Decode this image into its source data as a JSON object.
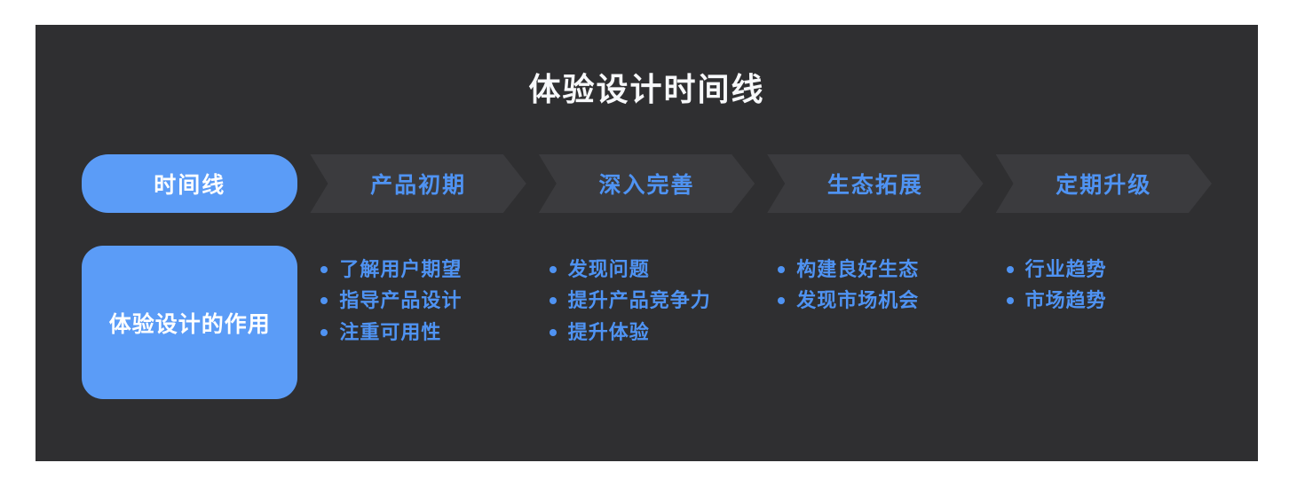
{
  "title": "体验设计时间线",
  "colors": {
    "page_bg": "#ffffff",
    "card_bg": "#2f2f31",
    "shape_bg": "#3b3b3e",
    "accent": "#5b9cf7",
    "accent_text": "#4f93f3",
    "light_text": "#f7f8fa"
  },
  "timeline": {
    "label": "时间线"
  },
  "role": {
    "label": "体验设计的作用"
  },
  "stages": [
    {
      "label": "产品初期",
      "points": [
        "了解用户期望",
        "指导产品设计",
        "注重可用性"
      ]
    },
    {
      "label": "深入完善",
      "points": [
        "发现问题",
        "提升产品竞争力",
        "提升体验"
      ]
    },
    {
      "label": "生态拓展",
      "points": [
        "构建良好生态",
        "发现市场机会"
      ]
    },
    {
      "label": "定期升级",
      "points": [
        "行业趋势",
        "市场趋势"
      ]
    }
  ]
}
